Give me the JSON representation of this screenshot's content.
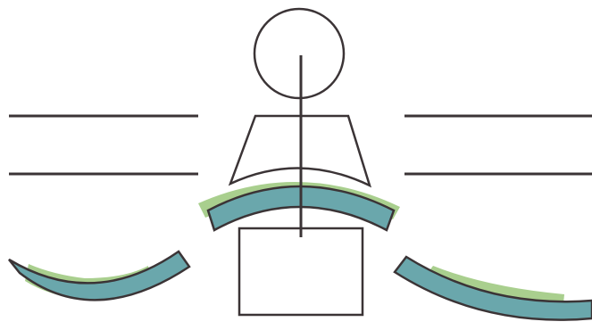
{
  "colors": {
    "background": "#ffffff",
    "stroke": "#3b3436",
    "teal_fill": "#6aa7ac",
    "green_halo": "#a9cf8e"
  },
  "diagram": {
    "parts": [
      "head-circle",
      "upper-body-trapezoid",
      "vertical-axis-line",
      "lower-box",
      "horizontal-line-pairs",
      "curved-bands"
    ]
  }
}
